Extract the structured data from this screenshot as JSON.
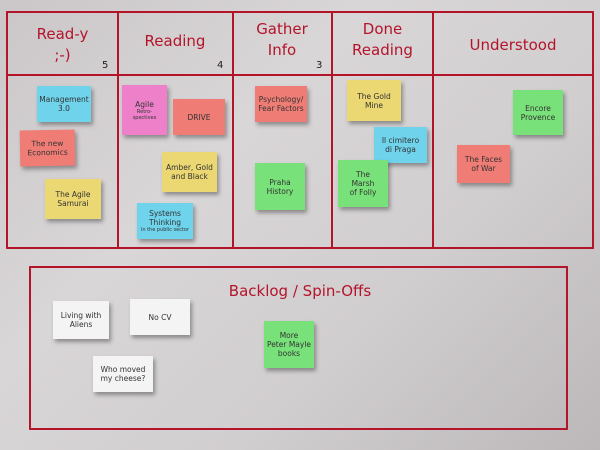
{
  "columns": [
    {
      "title": "Read-y\n;-)",
      "count": "5"
    },
    {
      "title": "Reading",
      "count": "4"
    },
    {
      "title": "Gather\nInfo",
      "count": "3"
    },
    {
      "title": "Done\nReading",
      "count": ""
    },
    {
      "title": "Understood",
      "count": ""
    }
  ],
  "backlog_title": "Backlog / Spin-Offs",
  "notes": [
    {
      "text": "Management\n3.0",
      "sub": "",
      "color": "blue"
    },
    {
      "text": "The new\nEconomics",
      "sub": "",
      "color": "coral"
    },
    {
      "text": "The Agile\nSamurai",
      "sub": "",
      "color": "yellow"
    },
    {
      "text": "Agile",
      "sub": "Retro-\nspectives",
      "color": "pink"
    },
    {
      "text": "DRIVE",
      "sub": "",
      "color": "coral"
    },
    {
      "text": "Amber, Gold\nand Black",
      "sub": "",
      "color": "yellow"
    },
    {
      "text": "Systems\nThinking",
      "sub": "in the public sector",
      "color": "blue"
    },
    {
      "text": "Psychology/\nFear Factors",
      "sub": "",
      "color": "coral"
    },
    {
      "text": "Praha\nHistory",
      "sub": "",
      "color": "green"
    },
    {
      "text": "The Gold\nMine",
      "sub": "",
      "color": "yellow"
    },
    {
      "text": "Il cimitero\ndi Praga",
      "sub": "",
      "color": "blue"
    },
    {
      "text": "The\nMarsh\nof Folly",
      "sub": "",
      "color": "green"
    },
    {
      "text": "Encore\nProvence",
      "sub": "",
      "color": "green"
    },
    {
      "text": "The Faces\nof War",
      "sub": "",
      "color": "coral"
    },
    {
      "text": "Living with\nAliens",
      "sub": "",
      "color": "white"
    },
    {
      "text": "No CV",
      "sub": "",
      "color": "white"
    },
    {
      "text": "More\nPeter Mayle\nbooks",
      "sub": "",
      "color": "green"
    },
    {
      "text": "Who moved\nmy cheese?",
      "sub": "",
      "color": "white"
    }
  ]
}
